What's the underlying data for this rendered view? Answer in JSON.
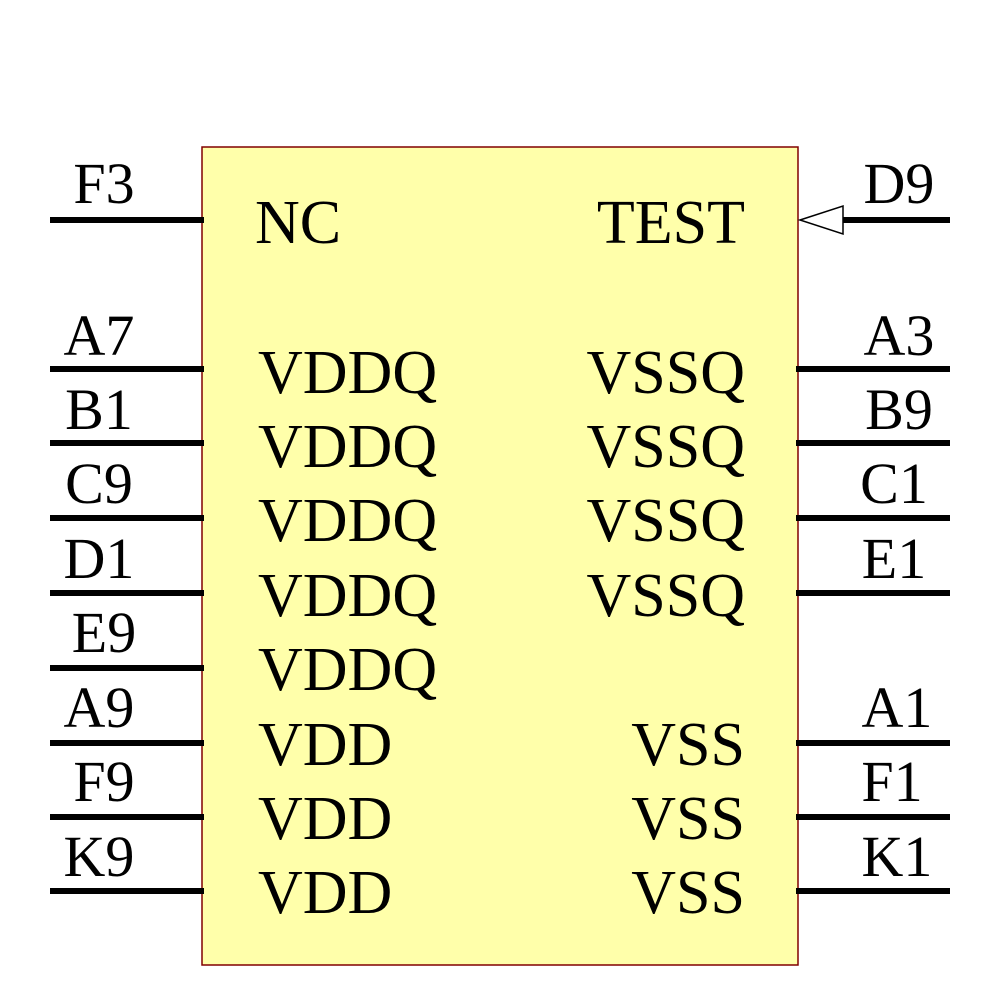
{
  "colors": {
    "body_fill": "#ffffaa",
    "body_stroke": "#800000",
    "pin": "#000000",
    "text": "#000000"
  },
  "left_pins": [
    {
      "number": "F3",
      "name": "NC"
    },
    {
      "number": "A7",
      "name": "VDDQ"
    },
    {
      "number": "B1",
      "name": "VDDQ"
    },
    {
      "number": "C9",
      "name": "VDDQ"
    },
    {
      "number": "D1",
      "name": "VDDQ"
    },
    {
      "number": "E9",
      "name": "VDDQ"
    },
    {
      "number": "A9",
      "name": "VDD"
    },
    {
      "number": "F9",
      "name": "VDD"
    },
    {
      "number": "K9",
      "name": "VDD"
    }
  ],
  "right_pins": [
    {
      "number": "D9",
      "name": "TEST",
      "marker": "input-arrow"
    },
    {
      "number": "A3",
      "name": "VSSQ"
    },
    {
      "number": "B9",
      "name": "VSSQ"
    },
    {
      "number": "C1",
      "name": "VSSQ"
    },
    {
      "number": "E1",
      "name": "VSSQ"
    },
    {
      "number": "A1",
      "name": "VSS"
    },
    {
      "number": "F1",
      "name": "VSS"
    },
    {
      "number": "K1",
      "name": "VSS"
    }
  ]
}
